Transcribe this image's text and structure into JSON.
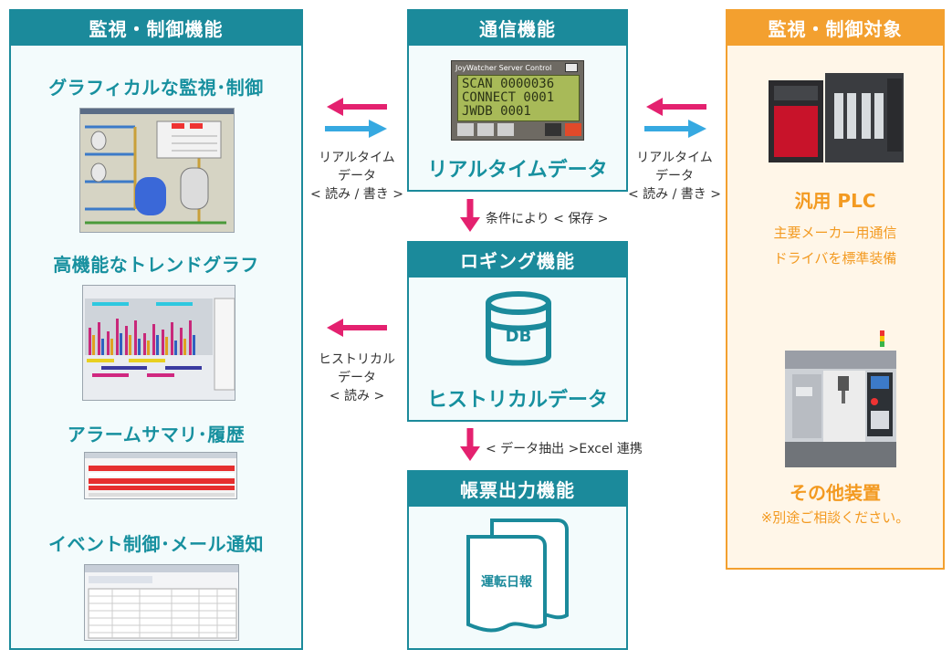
{
  "left_panel": {
    "title": "監視・制御機能",
    "features": [
      {
        "title": "グラフィカルな監視･制御"
      },
      {
        "title": "高機能なトレンドグラフ"
      },
      {
        "title": "アラームサマリ･履歴"
      },
      {
        "title": "イベント制御･メール通知"
      }
    ]
  },
  "comm": {
    "title": "通信機能",
    "lcd_title": "JoyWatcher Server Control",
    "lcd_lines": [
      "SCAN 0000036",
      "CONNECT 0001",
      "JWDB     0001"
    ],
    "label": "リアルタイムデータ"
  },
  "logging": {
    "title": "ロギング機能",
    "db_text": "DB",
    "label": "ヒストリカルデータ"
  },
  "report": {
    "title": "帳票出力機能",
    "doc_text": "運転日報"
  },
  "arrows": {
    "left_realtime": [
      "リアルタイム",
      "データ",
      "< 読み / 書き >"
    ],
    "right_realtime": [
      "リアルタイム",
      "データ",
      "< 読み / 書き >"
    ],
    "left_historical": [
      "ヒストリカル",
      "データ",
      "< 読み >"
    ],
    "down1": "条件により < 保存 >",
    "down2": "< データ抽出 >Excel 連携"
  },
  "right_panel": {
    "title": "監視・制御対象",
    "plc_title": "汎用 PLC",
    "plc_sub1": "主要メーカー用通信",
    "plc_sub2": "ドライバを標準装備",
    "other_title": "その他装置",
    "other_sub": "※別途ご相談ください。"
  },
  "colors": {
    "teal": "#1b8a9b",
    "orange": "#f3a02f",
    "magenta": "#e4216f",
    "cyan": "#36a9e1"
  }
}
